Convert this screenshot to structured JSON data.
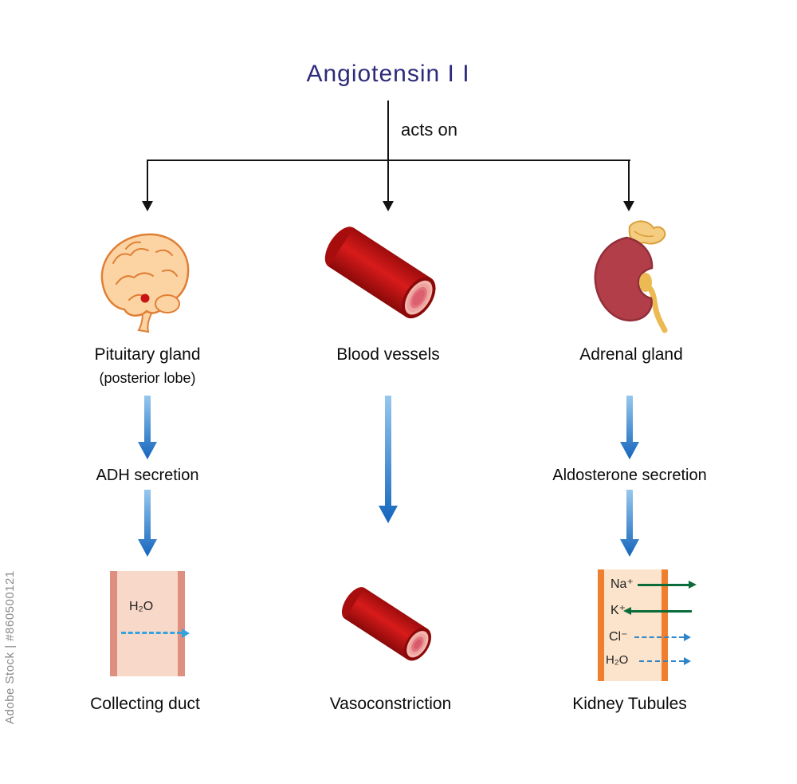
{
  "watermark": "Adobe Stock | #860500121",
  "title": "Angiotensin I I",
  "acts_on_label": "acts on",
  "targets": {
    "pituitary": {
      "name": "Pituitary gland",
      "sub": "(posterior lobe)",
      "effect": "ADH secretion",
      "result": "Collecting duct",
      "molecule": "H₂O"
    },
    "vessels": {
      "name": "Blood vessels",
      "result": "Vasoconstriction"
    },
    "adrenal": {
      "name": "Adrenal gland",
      "effect": "Aldosterone secretion",
      "result": "Kidney Tubules",
      "ions": [
        {
          "label": "Na⁺",
          "arrow": "solid-right"
        },
        {
          "label": "K⁺",
          "arrow": "solid-left"
        },
        {
          "label": "Cl⁻",
          "arrow": "dashed-right"
        },
        {
          "label": "H₂O",
          "arrow": "dashed-right"
        }
      ]
    }
  },
  "colors": {
    "title_text": "#2d2a7a",
    "flow_arrow_top": "#96c8ee",
    "flow_arrow_bottom": "#1565bd",
    "solid_ion_arrow": "#0c6b3a",
    "dashed_ion_arrow": "#2e86c8",
    "water_arrow": "#35a2de",
    "vessel_red": "#c41414",
    "duct_wall": "#de8f80",
    "tubule_wall": "#ef7f2e"
  }
}
